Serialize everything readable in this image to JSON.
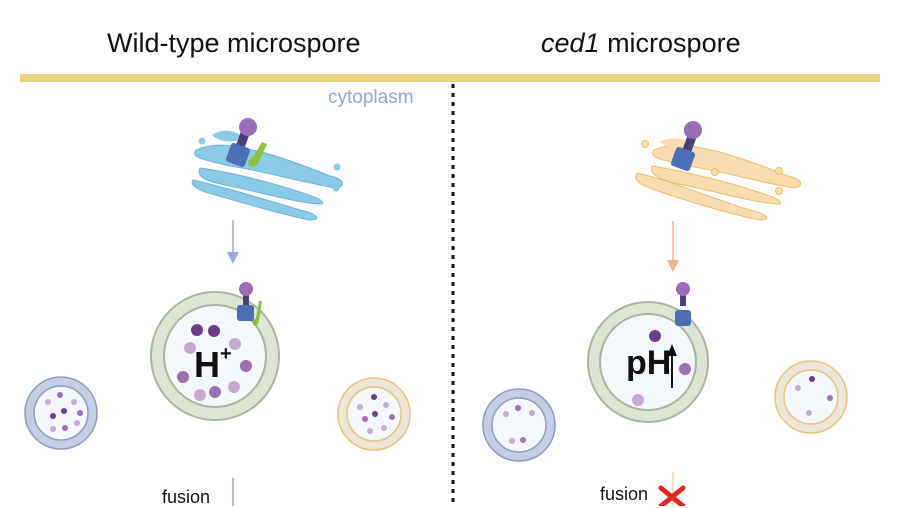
{
  "panels": {
    "left": {
      "title": "Wild-type microspore",
      "cytoplasm_label": "cytoplasm",
      "vacuole_label": "H",
      "vacuole_label_sup": "+",
      "fusion_label": "fusion",
      "fusion_blocked": false
    },
    "right": {
      "title_italic": "ced1",
      "title_rest": " microspore",
      "vacuole_label": "pH",
      "ph_direction": "increase",
      "fusion_label": "fusion",
      "fusion_blocked": true
    }
  },
  "colors": {
    "header_bar": "#e8d37e",
    "golgi_wt": "#8ccbe8",
    "golgi_ced1": "#fadcb0",
    "vacuole_ring": "#dfe5d5",
    "vacuole_ring_stroke": "#a9b59f",
    "blue_vesicle": "#c5cde3",
    "yellow_vesicle": "#ece6d8",
    "particle_light": "#c7a8d3",
    "particle_mid": "#9c72b0",
    "particle_dark": "#6b3e87",
    "v_atpase_head": "#9a6db6",
    "v_atpase_base": "#4a6fb5",
    "ced1_protein": "#8bc23c",
    "block_x": "#e0281f"
  }
}
